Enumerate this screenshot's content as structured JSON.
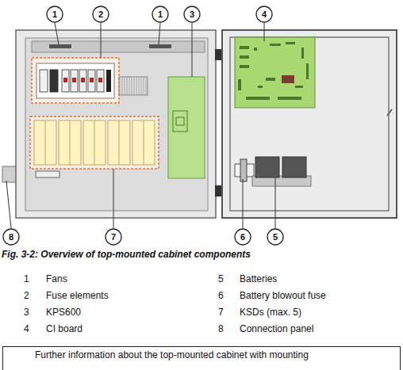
{
  "diagram": {
    "caption": "Fig. 3-2: Overview of top-mounted cabinet components",
    "nodes": [
      {
        "text": [
          "1"
        ]
      },
      {
        "text": [
          "2"
        ]
      },
      {
        "text": [
          "1"
        ]
      },
      {
        "text": [
          "3"
        ]
      },
      {
        "text": [
          "4"
        ]
      },
      {
        "text": [
          "8"
        ]
      },
      {
        "text": [
          "7"
        ]
      },
      {
        "text": [
          "6"
        ]
      },
      {
        "text": [
          "5"
        ]
      },
      {
        "text": [
          "Further information about the top-mounted cabinet with mounting"
        ]
      }
    ],
    "labels": [
      "1",
      "Fans",
      "5",
      "Batteries",
      "2",
      "Fuse elements",
      "6",
      "Battery blowout fuse",
      "3",
      "KPS600",
      "7",
      "KSDs (max. 5)",
      "4",
      "CI board",
      "8",
      "Connection panel"
    ]
  }
}
